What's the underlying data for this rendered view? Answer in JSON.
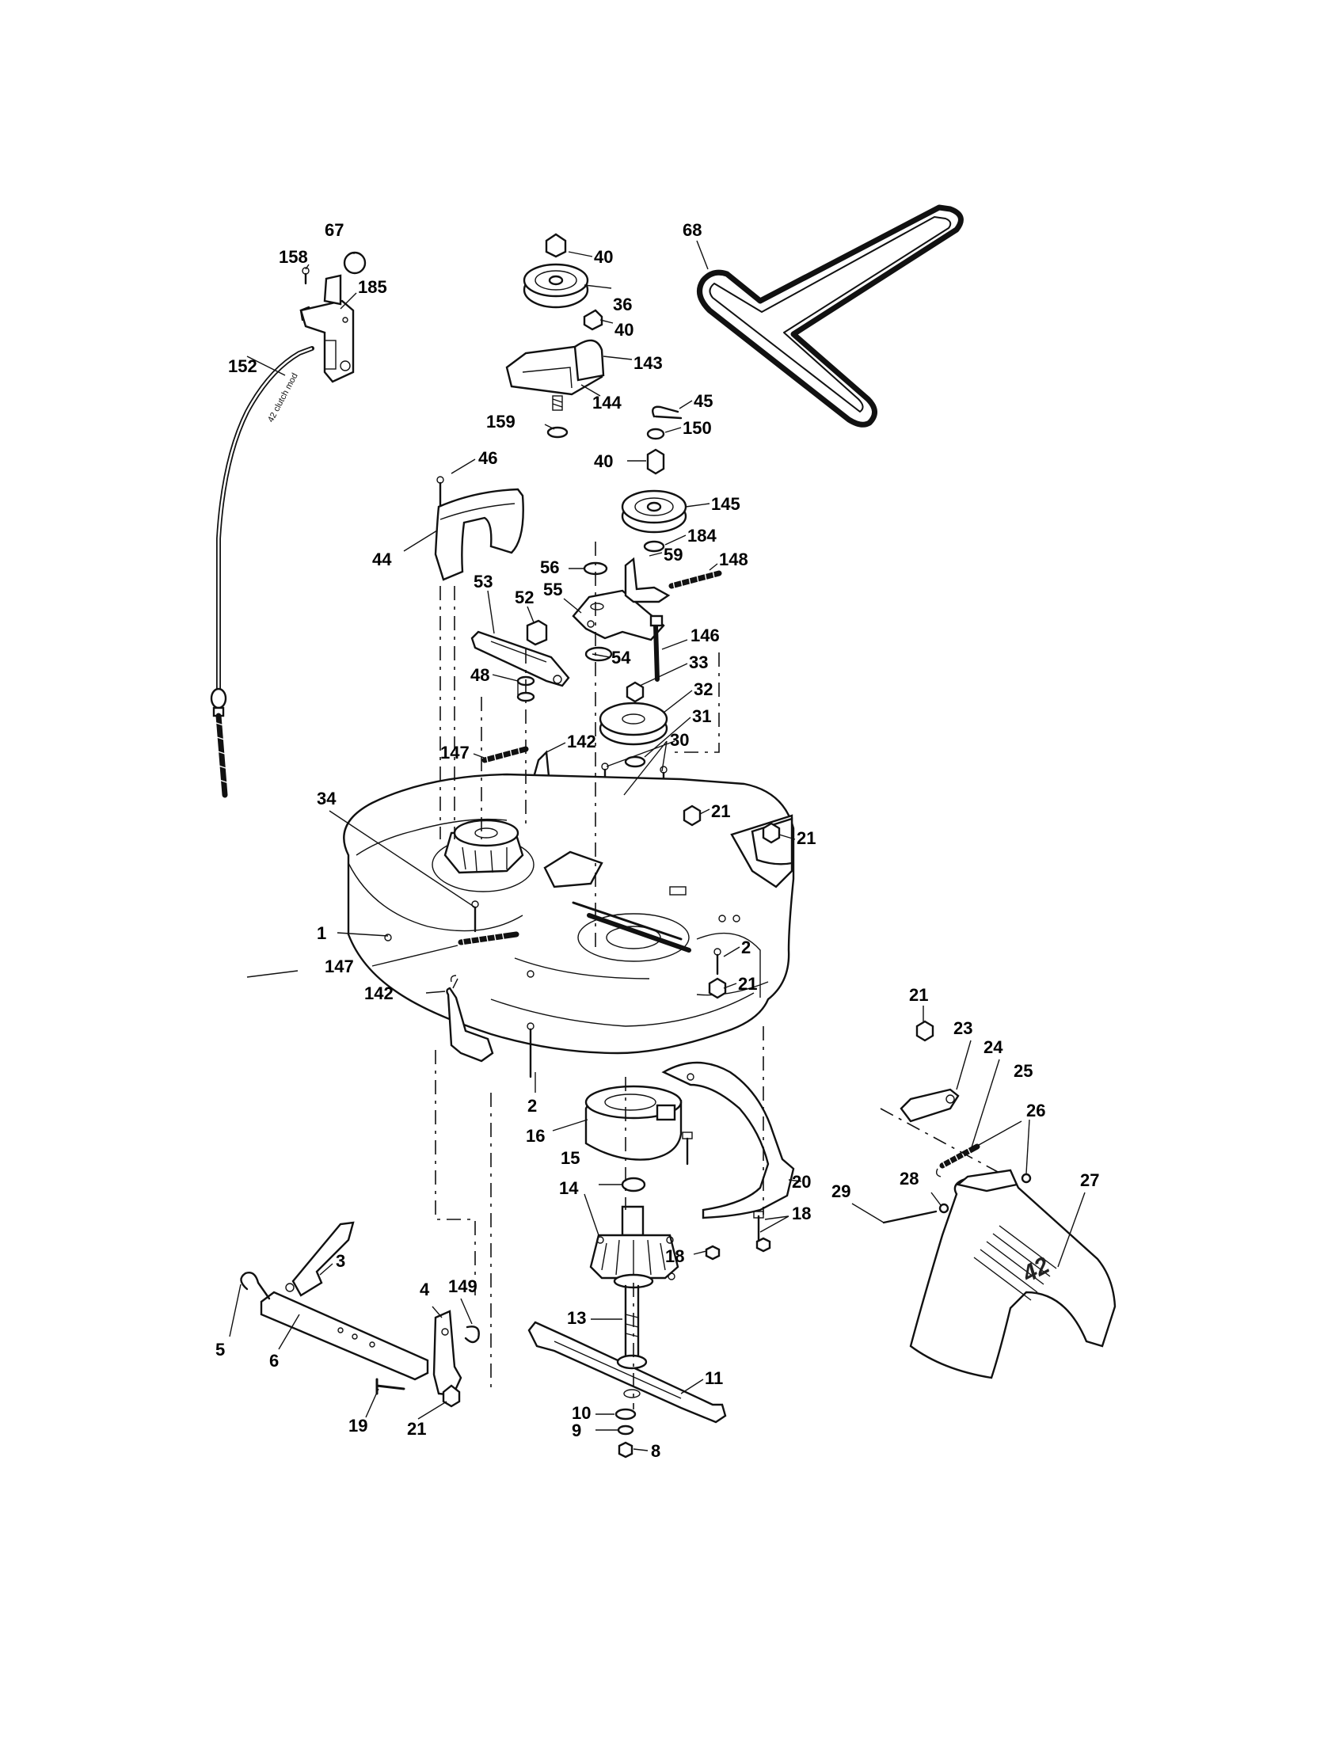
{
  "diagram": {
    "callouts": [
      {
        "id": "c67",
        "label": "67"
      },
      {
        "id": "c158",
        "label": "158"
      },
      {
        "id": "c185",
        "label": "185"
      },
      {
        "id": "c152",
        "label": "152"
      },
      {
        "id": "c40a",
        "label": "40"
      },
      {
        "id": "c36",
        "label": "36"
      },
      {
        "id": "c40b",
        "label": "40"
      },
      {
        "id": "c143",
        "label": "143"
      },
      {
        "id": "c144",
        "label": "144"
      },
      {
        "id": "c159",
        "label": "159"
      },
      {
        "id": "c68",
        "label": "68"
      },
      {
        "id": "c45",
        "label": "45"
      },
      {
        "id": "c150",
        "label": "150"
      },
      {
        "id": "c40c",
        "label": "40"
      },
      {
        "id": "c145",
        "label": "145"
      },
      {
        "id": "c184",
        "label": "184"
      },
      {
        "id": "c46",
        "label": "46"
      },
      {
        "id": "c44",
        "label": "44"
      },
      {
        "id": "c56",
        "label": "56"
      },
      {
        "id": "c59",
        "label": "59"
      },
      {
        "id": "c148",
        "label": "148"
      },
      {
        "id": "c53",
        "label": "53"
      },
      {
        "id": "c52",
        "label": "52"
      },
      {
        "id": "c55",
        "label": "55"
      },
      {
        "id": "c146",
        "label": "146"
      },
      {
        "id": "c54",
        "label": "54"
      },
      {
        "id": "c33",
        "label": "33"
      },
      {
        "id": "c48",
        "label": "48"
      },
      {
        "id": "c32",
        "label": "32"
      },
      {
        "id": "c31",
        "label": "31"
      },
      {
        "id": "c147a",
        "label": "147"
      },
      {
        "id": "c142a",
        "label": "142"
      },
      {
        "id": "c30",
        "label": "30"
      },
      {
        "id": "c34",
        "label": "34"
      },
      {
        "id": "c21a",
        "label": "21"
      },
      {
        "id": "c21b",
        "label": "21"
      },
      {
        "id": "c1",
        "label": "1"
      },
      {
        "id": "c147b",
        "label": "147"
      },
      {
        "id": "c2a",
        "label": "2"
      },
      {
        "id": "c21c",
        "label": "21"
      },
      {
        "id": "c142b",
        "label": "142"
      },
      {
        "id": "c21d",
        "label": "21"
      },
      {
        "id": "c23",
        "label": "23"
      },
      {
        "id": "c24",
        "label": "24"
      },
      {
        "id": "c25",
        "label": "25"
      },
      {
        "id": "c26",
        "label": "26"
      },
      {
        "id": "c2b",
        "label": "2"
      },
      {
        "id": "c16",
        "label": "16"
      },
      {
        "id": "c15",
        "label": "15"
      },
      {
        "id": "c20",
        "label": "20"
      },
      {
        "id": "c28",
        "label": "28"
      },
      {
        "id": "c27",
        "label": "27"
      },
      {
        "id": "c29",
        "label": "29"
      },
      {
        "id": "c14",
        "label": "14"
      },
      {
        "id": "c18a",
        "label": "18"
      },
      {
        "id": "c18b",
        "label": "18"
      },
      {
        "id": "c3",
        "label": "3"
      },
      {
        "id": "c13",
        "label": "13"
      },
      {
        "id": "c4",
        "label": "4"
      },
      {
        "id": "c149",
        "label": "149"
      },
      {
        "id": "c5",
        "label": "5"
      },
      {
        "id": "c6",
        "label": "6"
      },
      {
        "id": "c11",
        "label": "11"
      },
      {
        "id": "c19",
        "label": "19"
      },
      {
        "id": "c21e",
        "label": "21"
      },
      {
        "id": "c10",
        "label": "10"
      },
      {
        "id": "c9",
        "label": "9"
      },
      {
        "id": "c8",
        "label": "8"
      }
    ],
    "logo_text": "42",
    "cable_text": "42 clutch mod"
  }
}
